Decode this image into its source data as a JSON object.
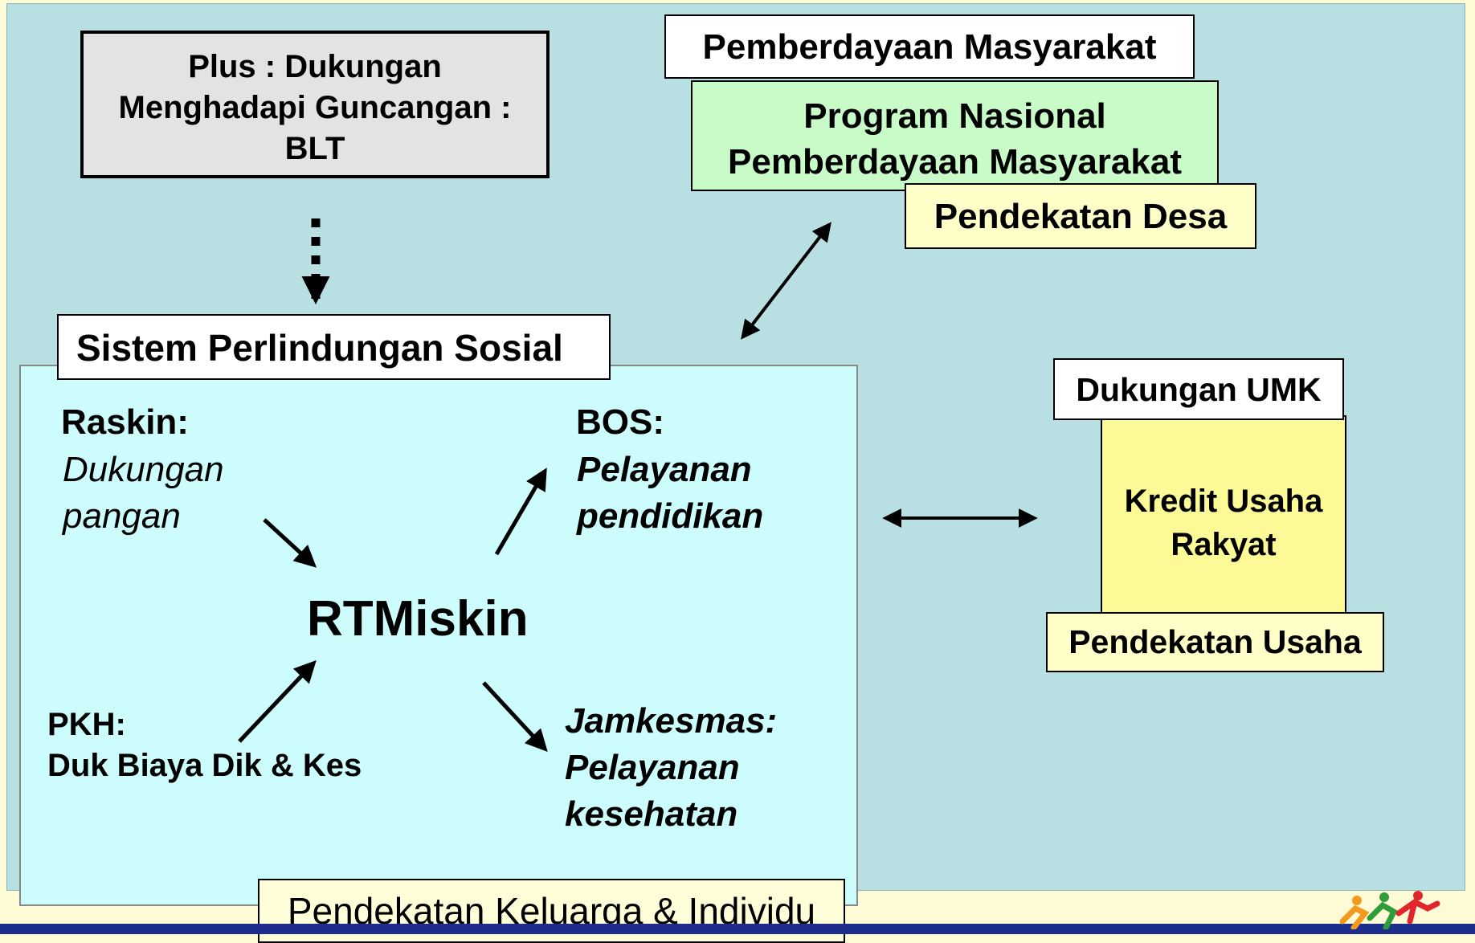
{
  "blt_box": {
    "lines": [
      "Plus : Dukungan",
      "Menghadapi Guncangan :",
      "BLT"
    ]
  },
  "community_empowerment": {
    "title": "Pemberdayaan Masyarakat",
    "program_lines": [
      "Program Nasional",
      "Pemberdayaan Masyarakat"
    ],
    "approach": "Pendekatan Desa"
  },
  "social_protection": {
    "title": "Sistem Perlindungan Sosial",
    "center": "RTMiskin",
    "raskin": {
      "label": "Raskin:",
      "desc_lines": [
        "Dukungan",
        "pangan"
      ]
    },
    "bos": {
      "label": "BOS:",
      "desc_lines": [
        "Pelayanan",
        "pendidikan"
      ]
    },
    "pkh": {
      "label": "PKH:",
      "desc": "Duk Biaya Dik & Kes"
    },
    "jamkesmas": {
      "lines": [
        "Jamkesmas:",
        "Pelayanan",
        "kesehatan"
      ]
    },
    "approach": "Pendekatan Keluarga & Individu"
  },
  "umk": {
    "title": "Dukungan UMK",
    "program_lines": [
      "Kredit Usaha",
      "Rakyat"
    ],
    "approach": "Pendekatan Usaha"
  },
  "colors": {
    "panel": "#b8dfe2",
    "slide_bg": "#fffbd6",
    "blt_box": "#e3e3e3",
    "pnpm_box": "#c9fbc9",
    "yellow_box": "#fefec8",
    "kur_box": "#fbfa97",
    "sps_box": "#ccfcfc",
    "bottom_bar": "#1d2d8c",
    "logo_orange": "#f39a1e",
    "logo_green": "#2e9d3a",
    "logo_red": "#e0262a"
  }
}
